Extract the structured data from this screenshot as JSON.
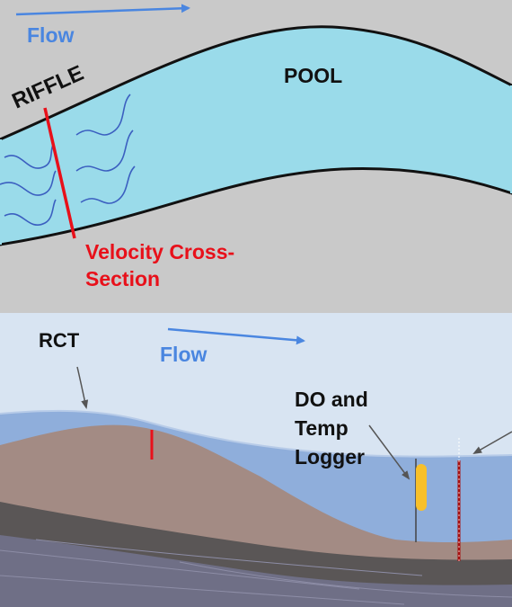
{
  "plan_view": {
    "flow_label": "Flow",
    "riffle_label": "RIFFLE",
    "pool_label": "POOL",
    "cross_section_label_line1": "Velocity Cross-",
    "cross_section_label_line2": "Section"
  },
  "profile_view": {
    "rct_label": "RCT",
    "flow_label": "Flow",
    "logger_label_line1": "DO and",
    "logger_label_line2": "Temp",
    "logger_label_line3": "Logger"
  },
  "colors": {
    "plan_background": "#c9c9c9",
    "water": "#9adbea",
    "profile_sky": "#d8e4f2",
    "profile_water": "#8faedb",
    "sediment": "#a38b84",
    "bedrock_dark": "#5a5656",
    "bedrock_gray": "#6f6f86",
    "flow_arrow": "#4a86e0",
    "cross_section": "#e8101a",
    "logger": "#f8c02a"
  }
}
